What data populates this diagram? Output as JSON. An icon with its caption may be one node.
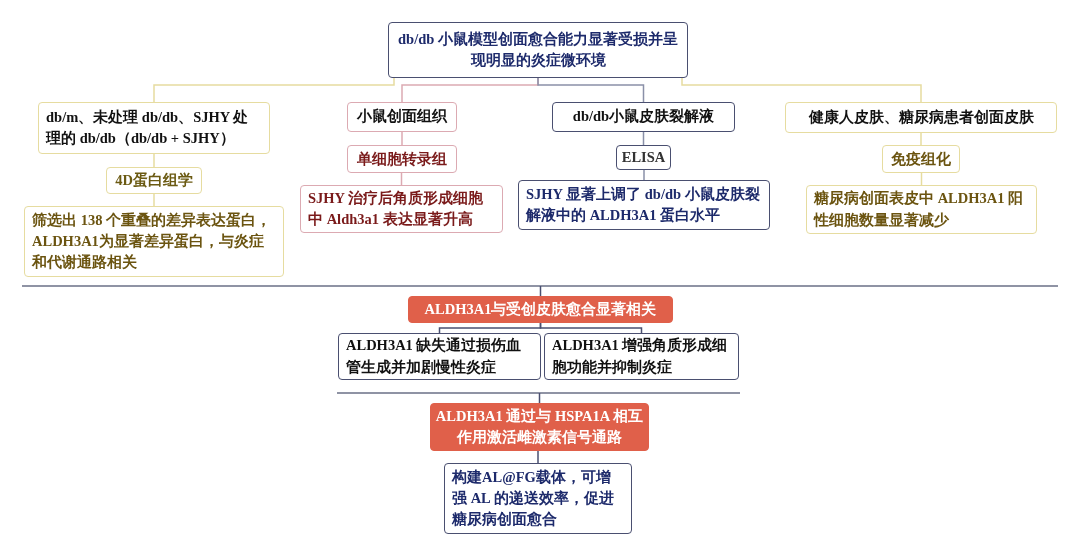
{
  "diagram": {
    "nodes": [
      {
        "text": [
          "db/db 小鼠模型创面愈合能力显著受损并呈现明显的炎症微环境"
        ]
      },
      {
        "text": [
          "db/m、未处理 db/db、SJHY 处理的 db/db（db/db + SJHY）"
        ]
      },
      {
        "text": [
          "4D蛋白组学"
        ]
      },
      {
        "text": [
          "筛选出 138 个重叠的差异表达蛋白，ALDH3A1为显著差异蛋白，与炎症和代谢通路相关"
        ]
      },
      {
        "text": [
          "小鼠创面组织"
        ]
      },
      {
        "text": [
          "单细胞转录组"
        ]
      },
      {
        "text": [
          "SJHY 治疗后角质形成细胞中 Aldh3a1 表达显著升高"
        ]
      },
      {
        "text": [
          "db/db小鼠皮肤裂解液"
        ]
      },
      {
        "text": [
          "ELISA"
        ]
      },
      {
        "text": [
          "SJHY 显著上调了 db/db 小鼠皮肤裂解液中的 ALDH3A1 蛋白水平"
        ]
      },
      {
        "text": [
          "健康人皮肤、糖尿病患者创面皮肤"
        ]
      },
      {
        "text": [
          "免疫组化"
        ]
      },
      {
        "text": [
          "糖尿病创面表皮中 ALDH3A1 阳性细胞数量显著减少"
        ]
      },
      {
        "text": [
          "ALDH3A1与受创皮肤愈合显著相关"
        ]
      },
      {
        "text": [
          "ALDH3A1 缺失通过损伤血管生成并加剧慢性炎症"
        ]
      },
      {
        "text": [
          "ALDH3A1 增强角质形成细胞功能并抑制炎症"
        ]
      },
      {
        "text": [
          "ALDH3A1 通过与 HSPA1A 相互作用激活雌激素信号通路"
        ]
      },
      {
        "text": [
          "构建AL@FG载体，可增强 AL 的递送效率，促进糖尿病创面愈合"
        ]
      }
    ],
    "edges": [
      {
        "from": 0,
        "to": 1,
        "arrow": "none",
        "color": "#e6dca0"
      },
      {
        "from": 1,
        "to": 2,
        "arrow": "none",
        "color": "#e6dca0"
      },
      {
        "from": 2,
        "to": 3,
        "arrow": "none",
        "color": "#e6dca0"
      },
      {
        "from": 0,
        "to": 4,
        "arrow": "none",
        "color": "#dcaab2"
      },
      {
        "from": 4,
        "to": 5,
        "arrow": "none",
        "color": "#dcaab2"
      },
      {
        "from": 5,
        "to": 6,
        "arrow": "none",
        "color": "#dcaab2"
      },
      {
        "from": 0,
        "to": 7,
        "arrow": "none",
        "color": "#8a90a8"
      },
      {
        "from": 7,
        "to": 8,
        "arrow": "none",
        "color": "#8a90a8"
      },
      {
        "from": 8,
        "to": 9,
        "arrow": "none",
        "color": "#8a90a8"
      },
      {
        "from": 0,
        "to": 10,
        "arrow": "none",
        "color": "#e6dca0"
      },
      {
        "from": 10,
        "to": 11,
        "arrow": "none",
        "color": "#e6dca0"
      },
      {
        "from": 11,
        "to": 12,
        "arrow": "none",
        "color": "#e6dca0"
      },
      {
        "from": null,
        "to": 13,
        "arrow": "none",
        "color": "#4a4f70"
      },
      {
        "from": 13,
        "to": 14,
        "arrow": "none",
        "color": "#4a4f70"
      },
      {
        "from": 13,
        "to": 15,
        "arrow": "none",
        "color": "#4a4f70"
      },
      {
        "from": null,
        "to": 16,
        "arrow": "none",
        "color": "#4a4f70"
      },
      {
        "from": 16,
        "to": 17,
        "arrow": "none",
        "color": "#4a4f70"
      }
    ]
  }
}
